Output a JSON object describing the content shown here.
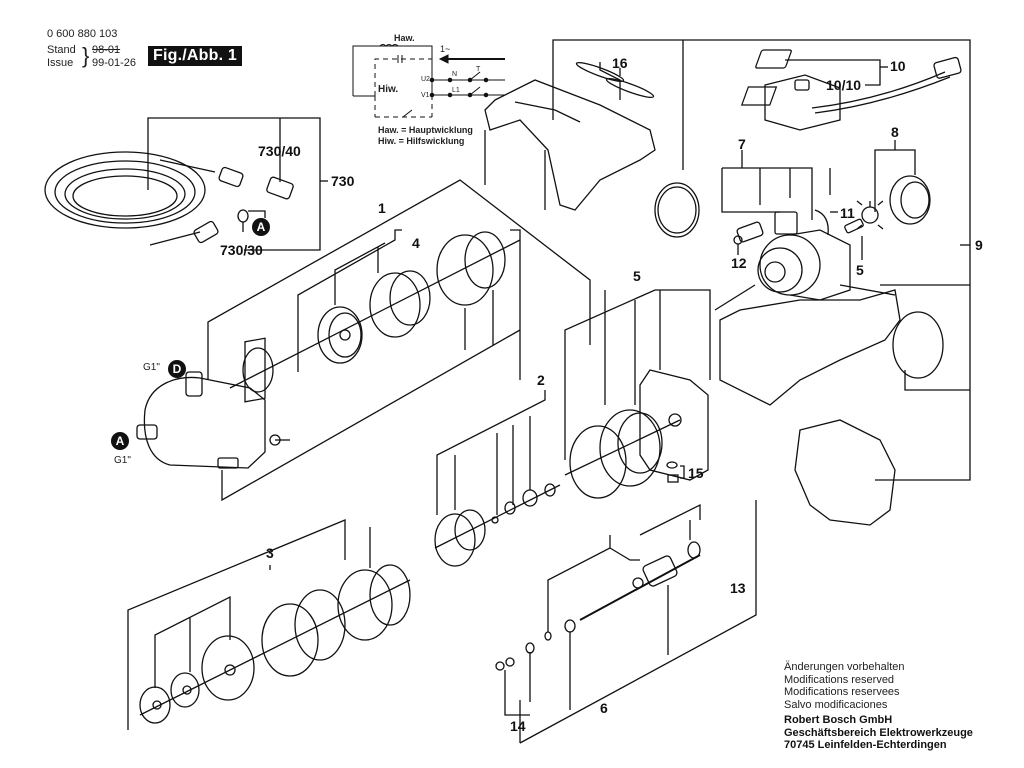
{
  "header": {
    "part_number": "0 600 880 103",
    "stand_label": "Stand",
    "stand_value": "98-01",
    "issue_label": "Issue",
    "issue_value": "99-01-26",
    "figure_label": "Fig./Abb. 1"
  },
  "wiring": {
    "haw": "Haw.",
    "hiw": "Hiw.",
    "supply": "1~",
    "terminal_u": "U2",
    "terminal_v": "V1",
    "line_n": "N",
    "line_l": "L1",
    "switch_t": "T",
    "legend": [
      "Haw. = Hauptwicklung",
      "Hiw.  = Hilfswicklung"
    ]
  },
  "parts": {
    "p1": "1",
    "p2": "2",
    "p3": "3",
    "p4": "4",
    "p5a": "5",
    "p5b": "5",
    "p6": "6",
    "p7": "7",
    "p8": "8",
    "p9": "9",
    "p10": "10",
    "p10_10": "10/10",
    "p11": "11",
    "p12": "12",
    "p13": "13",
    "p14": "14",
    "p15": "15",
    "p16": "16",
    "p730": "730",
    "p730_40": "730/40",
    "p730_30": "730/30"
  },
  "connections": {
    "a_badge": "A",
    "d_badge": "D",
    "g_inlet": "G1\"",
    "g_outlet": "G1\""
  },
  "footer": {
    "lines": [
      "Änderungen vorbehalten",
      "Modifications reserved",
      "Modifications reservees",
      "Salvo modificaciones"
    ],
    "company": "Robert Bosch GmbH",
    "division": "Geschäftsbereich Elektrowerkzeuge",
    "address": "70745 Leinfelden-Echterdingen"
  }
}
